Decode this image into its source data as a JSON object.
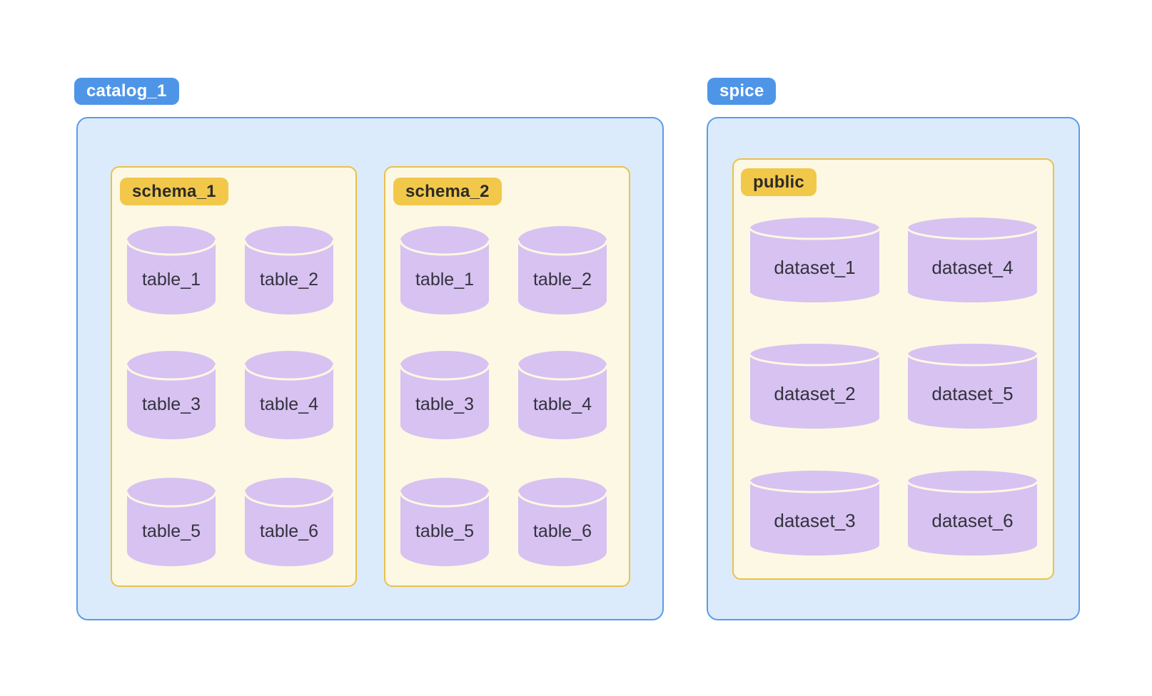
{
  "diagram": {
    "groups": [
      {
        "badge": "catalog_1",
        "boxes": [
          {
            "badge": "schema_1",
            "items": [
              "table_1",
              "table_2",
              "table_3",
              "table_4",
              "table_5",
              "table_6"
            ]
          },
          {
            "badge": "schema_2",
            "items": [
              "table_1",
              "table_2",
              "table_3",
              "table_4",
              "table_5",
              "table_6"
            ]
          }
        ]
      },
      {
        "badge": "spice",
        "boxes": [
          {
            "badge": "public",
            "items": [
              "dataset_1",
              "dataset_2",
              "dataset_3",
              "dataset_4",
              "dataset_5",
              "dataset_6"
            ]
          }
        ]
      }
    ],
    "colors": {
      "blue_badge": "#4e95e8",
      "blue_border": "#5b9ceb",
      "blue_fill": "#dcebfb",
      "gold_badge": "#f2c84b",
      "gold_border": "#e9c14c",
      "cream_fill": "#fdf8e4",
      "lavender": "#d7c2f1",
      "label_text": "#34323f",
      "badge_text_light": "#ffffff",
      "badge_text_dark": "#2d2b28"
    }
  }
}
